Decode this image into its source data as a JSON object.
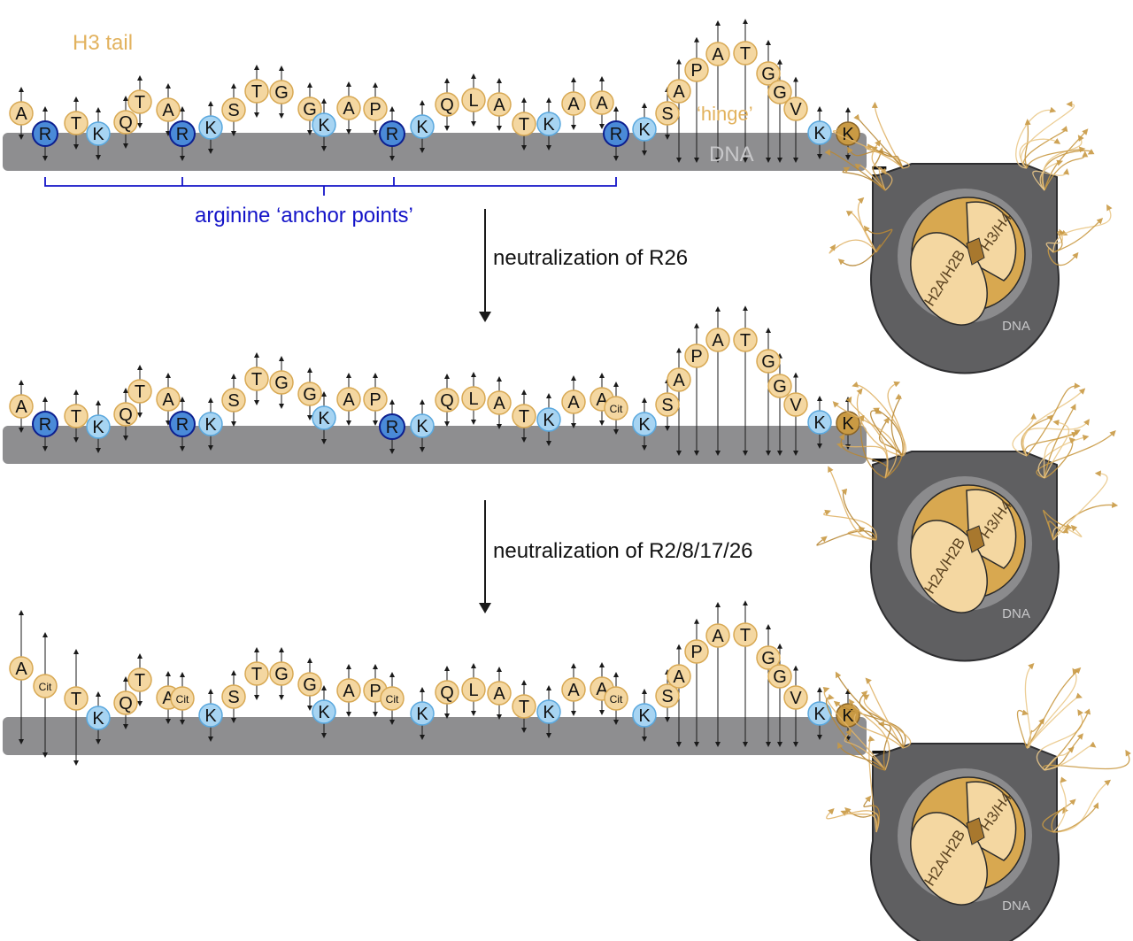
{
  "labels": {
    "h3_tail": "H3 tail",
    "hinge": "‘hinge’",
    "dna": "DNA",
    "anchor_points": "arginine ‘anchor points’",
    "step1": "neutralization of R26",
    "step2": "neutralization of R2/8/17/26",
    "equals": "="
  },
  "nucleosome": {
    "h3h4": "H3/H4",
    "h2ah2b": "H2A/H2B",
    "dna": "DNA"
  },
  "sequence": [
    "A",
    "R",
    "T",
    "K",
    "Q",
    "T",
    "A",
    "R",
    "K",
    "S",
    "T",
    "G",
    "G",
    "K",
    "A",
    "P",
    "R",
    "K",
    "Q",
    "L",
    "A",
    "T",
    "K",
    "A",
    "A",
    "R",
    "K",
    "S",
    "A",
    "P",
    "A",
    "T",
    "G",
    "G",
    "V",
    "K",
    "K"
  ],
  "panels": [
    {
      "name": "native",
      "residues": [
        "A",
        "R",
        "T",
        "K",
        "Q",
        "T",
        "A",
        "R",
        "K",
        "S",
        "T",
        "G",
        "G",
        "K",
        "A",
        "P",
        "R",
        "K",
        "Q",
        "L",
        "A",
        "T",
        "K",
        "A",
        "A",
        "R",
        "K",
        "S",
        "A",
        "P",
        "A",
        "T",
        "G",
        "G",
        "V",
        "K",
        "K"
      ]
    },
    {
      "name": "r26-citrullinated",
      "residues": [
        "A",
        "R",
        "T",
        "K",
        "Q",
        "T",
        "A",
        "R",
        "K",
        "S",
        "T",
        "G",
        "G",
        "K",
        "A",
        "P",
        "R",
        "K",
        "Q",
        "L",
        "A",
        "T",
        "K",
        "A",
        "A",
        "Cit",
        "K",
        "S",
        "A",
        "P",
        "A",
        "T",
        "G",
        "G",
        "V",
        "K",
        "K"
      ]
    },
    {
      "name": "r2-8-17-26-citrullinated",
      "residues": [
        "A",
        "Cit",
        "T",
        "K",
        "Q",
        "T",
        "A",
        "Cit",
        "K",
        "S",
        "T",
        "G",
        "G",
        "K",
        "A",
        "P",
        "Cit",
        "K",
        "Q",
        "L",
        "A",
        "T",
        "K",
        "A",
        "A",
        "Cit",
        "K",
        "S",
        "A",
        "P",
        "A",
        "T",
        "G",
        "G",
        "V",
        "K",
        "K"
      ]
    }
  ],
  "colors": {
    "dna": "#8e8e90",
    "neutral_fill": "#f4d7a1",
    "neutral_stroke": "#d8a954",
    "lysine_fill": "#a7d4f2",
    "lysine_stroke": "#5aa8de",
    "arginine_fill": "#4a8ad8",
    "arginine_stroke": "#0c1f8f",
    "anchor_blue": "#1414c8",
    "last_k_fill": "#c99a44",
    "gold_text": "#e2b25e",
    "nuc_dark": "#5f5f61",
    "nuc_rim": "#8b8b8d",
    "octamer_light": "#f4d7a1",
    "octamer_dark": "#d8a850",
    "arrow": "#1a1a1a"
  }
}
